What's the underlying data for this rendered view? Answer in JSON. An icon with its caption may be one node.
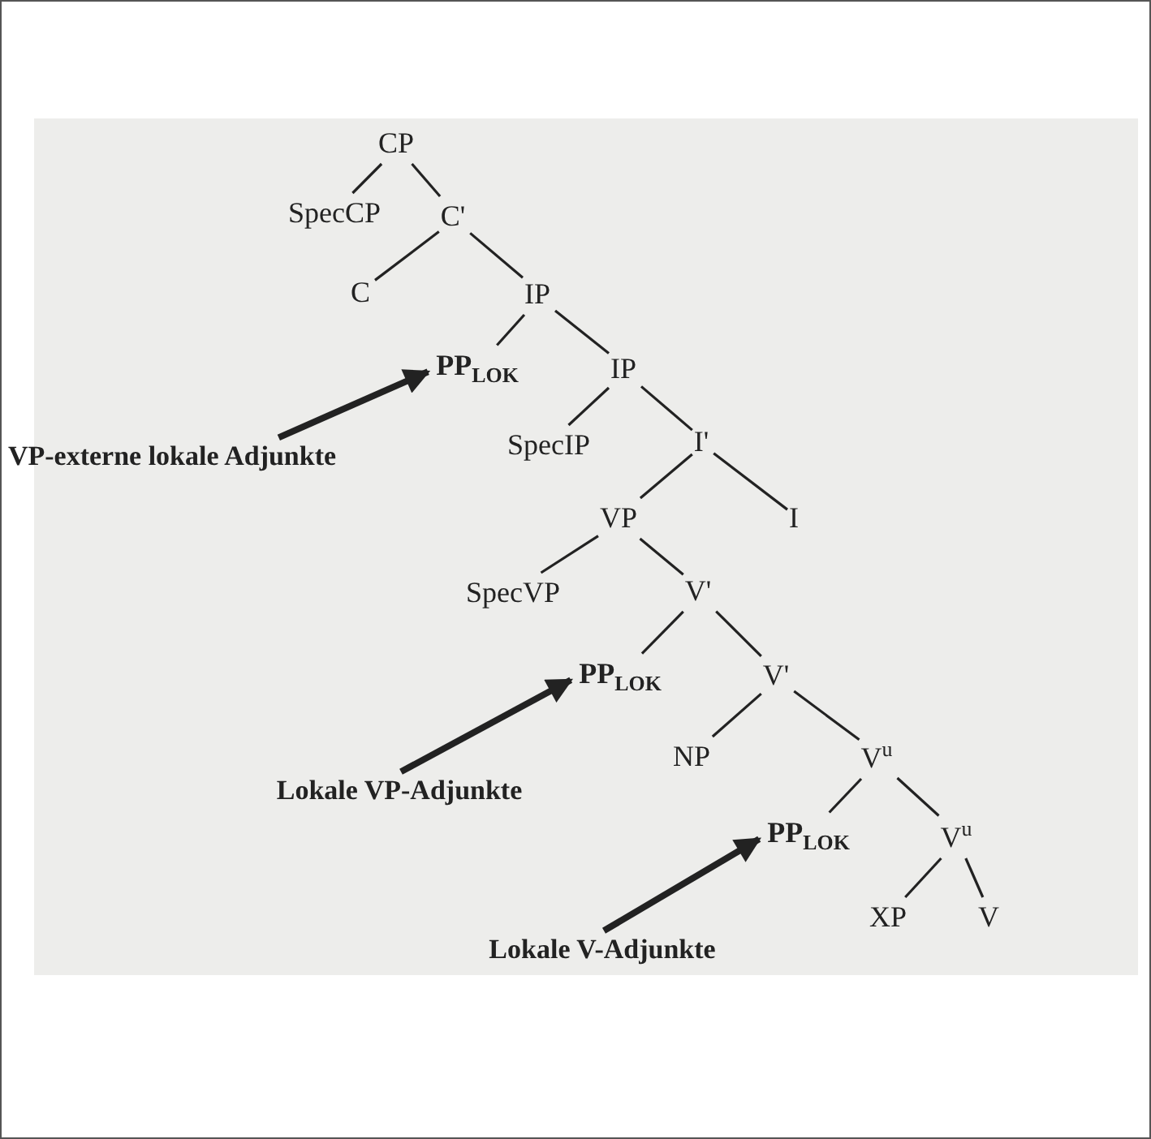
{
  "diagram": {
    "nodes": [
      {
        "text": [
          "CP"
        ]
      },
      {
        "text": [
          "SpecCP"
        ]
      },
      {
        "text": [
          "C'"
        ]
      },
      {
        "text": [
          "C"
        ]
      },
      {
        "text": [
          "IP"
        ]
      },
      {
        "text": [
          "PP$_{LOK}$"
        ]
      },
      {
        "text": [
          "IP"
        ]
      },
      {
        "text": [
          "SpecIP"
        ]
      },
      {
        "text": [
          "I'"
        ]
      },
      {
        "text": [
          "VP"
        ]
      },
      {
        "text": [
          "I"
        ]
      },
      {
        "text": [
          "SpecVP"
        ]
      },
      {
        "text": [
          "V'"
        ]
      },
      {
        "text": [
          "PP$_{LOK}$"
        ]
      },
      {
        "text": [
          "V'"
        ]
      },
      {
        "text": [
          "NP"
        ]
      },
      {
        "text": [
          "V$^{u}$"
        ]
      },
      {
        "text": [
          "PP$_{LOK}$"
        ]
      },
      {
        "text": [
          "V$^{u}$"
        ]
      },
      {
        "text": [
          "XP"
        ]
      },
      {
        "text": [
          "V"
        ]
      },
      {
        "text": [
          "VP-externe lokale Adjunkte"
        ]
      },
      {
        "text": [
          "Lokale VP-Adjunkte"
        ]
      },
      {
        "text": [
          "Lokale V-Adjunkte"
        ]
      }
    ],
    "edges": [
      {
        "from": 0,
        "to": 1,
        "arrow": "none"
      },
      {
        "from": 0,
        "to": 2,
        "arrow": "none"
      },
      {
        "from": 2,
        "to": 3,
        "arrow": "none"
      },
      {
        "from": 2,
        "to": 4,
        "arrow": "none"
      },
      {
        "from": 4,
        "to": 5,
        "arrow": "none"
      },
      {
        "from": 4,
        "to": 6,
        "arrow": "none"
      },
      {
        "from": 6,
        "to": 7,
        "arrow": "none"
      },
      {
        "from": 6,
        "to": 8,
        "arrow": "none"
      },
      {
        "from": 8,
        "to": 9,
        "arrow": "none"
      },
      {
        "from": 8,
        "to": 10,
        "arrow": "none"
      },
      {
        "from": 9,
        "to": 11,
        "arrow": "none"
      },
      {
        "from": 9,
        "to": 12,
        "arrow": "none"
      },
      {
        "from": 12,
        "to": 13,
        "arrow": "none"
      },
      {
        "from": 12,
        "to": 14,
        "arrow": "none"
      },
      {
        "from": 14,
        "to": 15,
        "arrow": "none"
      },
      {
        "from": 14,
        "to": 16,
        "arrow": "none"
      },
      {
        "from": 16,
        "to": 17,
        "arrow": "none"
      },
      {
        "from": 16,
        "to": 18,
        "arrow": "none"
      },
      {
        "from": 18,
        "to": 19,
        "arrow": "none"
      },
      {
        "from": 18,
        "to": 20,
        "arrow": "none"
      },
      {
        "from": 21,
        "to": 5,
        "arrow": "to",
        "style": "thick"
      },
      {
        "from": 22,
        "to": 13,
        "arrow": "to",
        "style": "thick"
      },
      {
        "from": 23,
        "to": 17,
        "arrow": "to",
        "style": "thick"
      }
    ]
  }
}
